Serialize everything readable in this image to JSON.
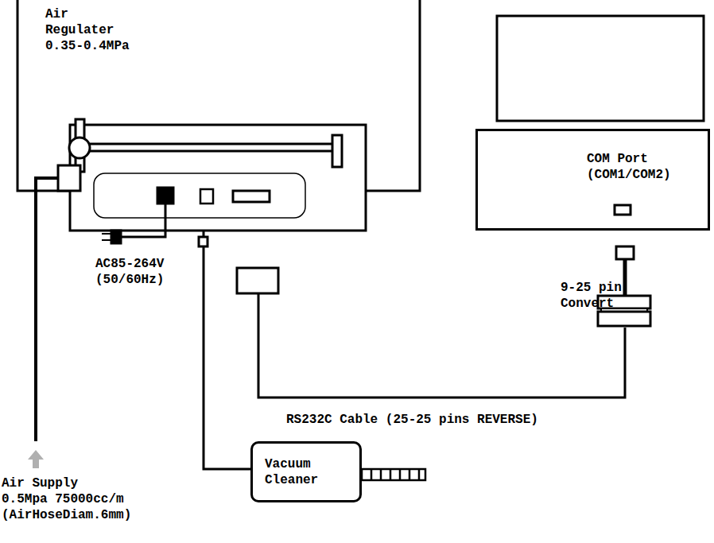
{
  "diagram": {
    "nodes": [
      {
        "text": [
          "COM Port (COM1/COM2)"
        ]
      },
      {
        "text": [
          "Vacuum Cleaner"
        ]
      }
    ],
    "labels": [
      "Air Regulater",
      "0.35-0.4MPa",
      "AC85-264V (50/60Hz)",
      "Air Supply",
      "0.5Mpa 75000cc/m (AirHoseDiam.6mm)",
      "9-25 pin Convert",
      "RS232C Cable (25-25 pins REVERSE)"
    ]
  }
}
